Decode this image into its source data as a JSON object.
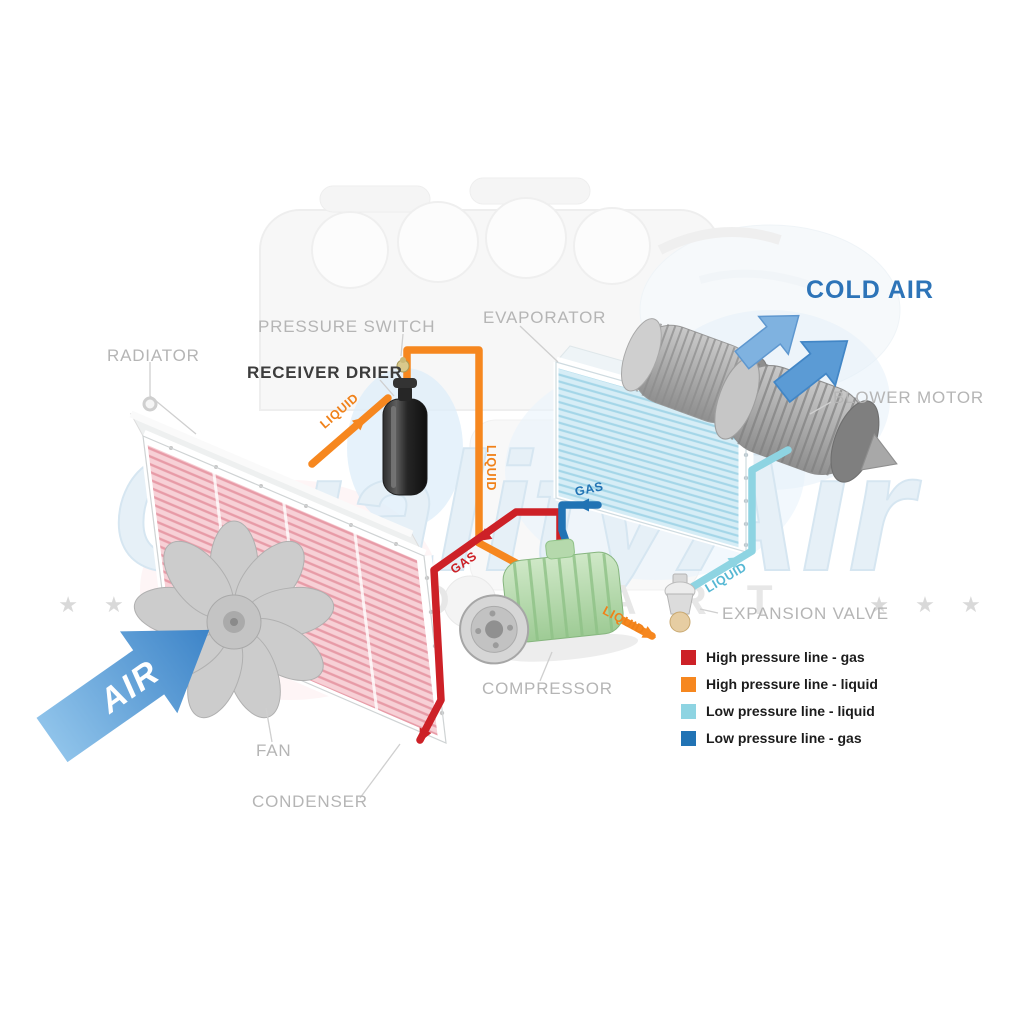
{
  "watermark": {
    "brand": "QualityAir",
    "tagline": "AUTO PART",
    "stars_left": "★ ★",
    "stars_right": "★ ★ ★"
  },
  "labels": {
    "radiator": "RADIATOR",
    "pressure_switch": "PRESSURE SWITCH",
    "receiver_drier": "RECEIVER DRIER",
    "evaporator": "EVAPORATOR",
    "cold_air": "COLD AIR",
    "blower_motor": "BLOWER MOTOR",
    "expansion_valve": "EXPANSION VALVE",
    "compressor": "COMPRESSOR",
    "fan": "FAN",
    "condenser": "CONDENSER",
    "air": "AIR"
  },
  "pipe_labels": [
    {
      "id": "condenser-to-drier",
      "text": "LIQUID"
    },
    {
      "id": "drier-line-down",
      "text": "LIQUID"
    },
    {
      "id": "evaporator-outlet",
      "text": "GAS"
    },
    {
      "id": "compressor-to-condenser",
      "text": "GAS"
    },
    {
      "id": "line-to-expansion-valve",
      "text": "LIQUID"
    },
    {
      "id": "expansion-valve-to-evaporator",
      "text": "LIQUID"
    }
  ],
  "legend": {
    "items": [
      {
        "label": "High pressure line - gas",
        "color": "#cd2127"
      },
      {
        "label": "High pressure line - liquid",
        "color": "#f6871f"
      },
      {
        "label": "Low pressure line - liquid",
        "color": "#8ed4e2"
      },
      {
        "label": "Low pressure line -  gas",
        "color": "#2173b4"
      }
    ]
  },
  "colors": {
    "high_pressure_gas": "#cd2127",
    "high_pressure_liquid": "#f6871f",
    "low_pressure_liquid": "#8ed4e2",
    "low_pressure_gas": "#2173b4",
    "cold_air_text": "#2d74b8",
    "air_arrow": "#4f96d5"
  }
}
